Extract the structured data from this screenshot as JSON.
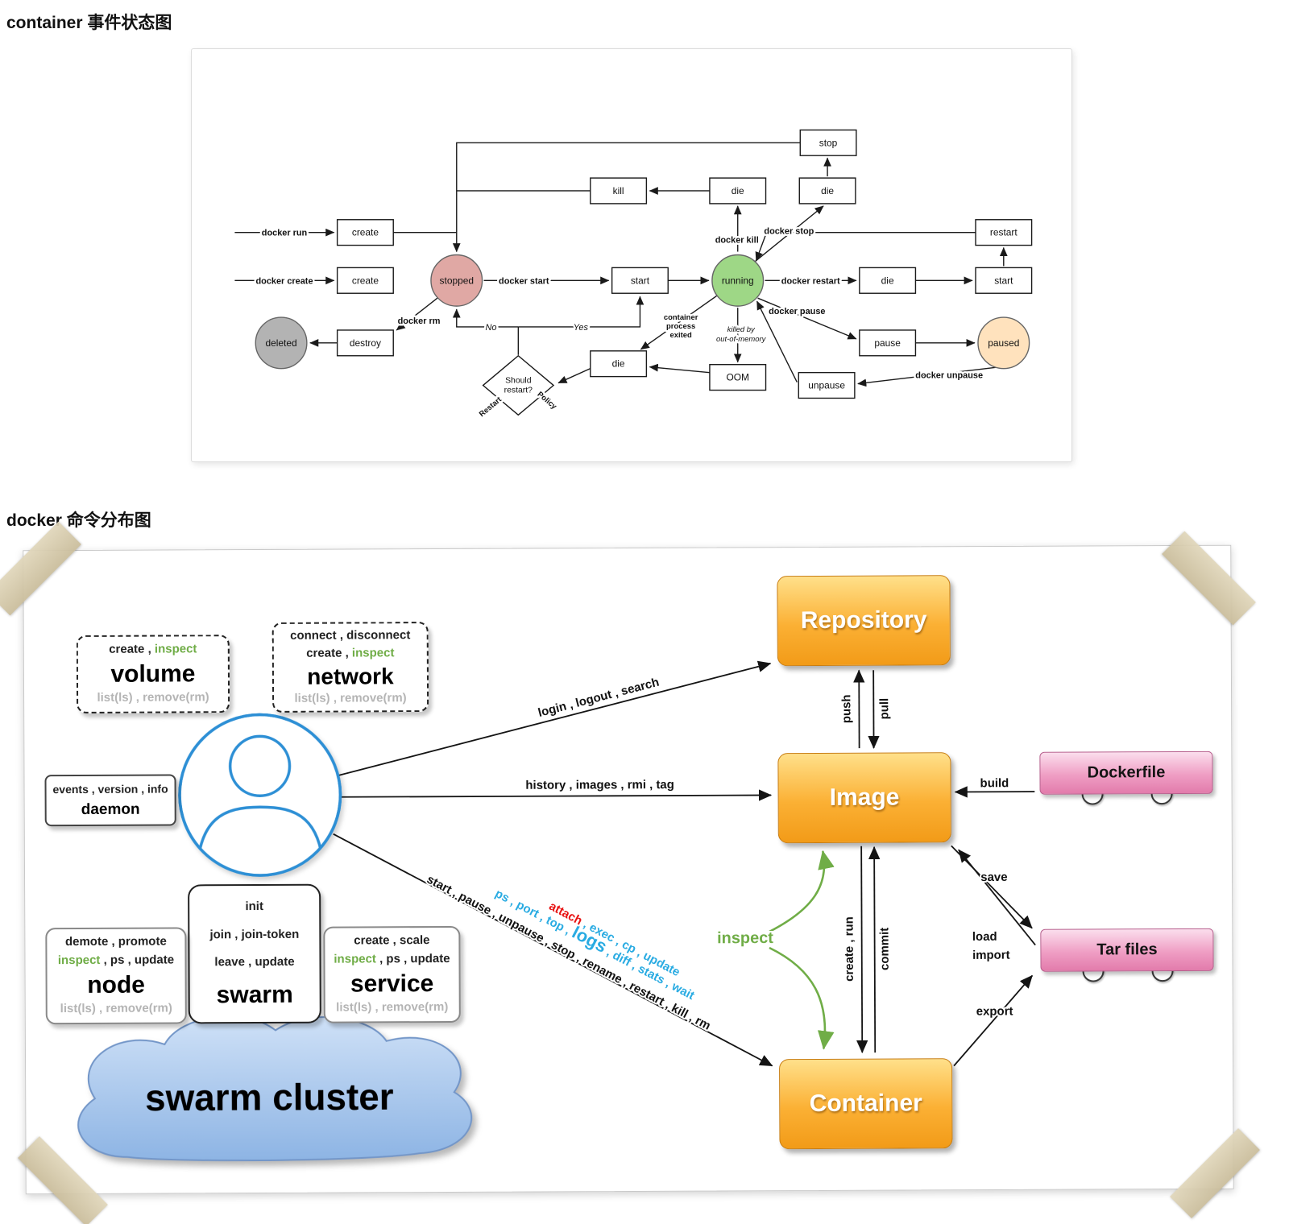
{
  "titles": {
    "state_diagram": "container 事件状态图",
    "command_diagram": "docker 命令分布图"
  },
  "state": {
    "boxes": {
      "stop": "stop",
      "kill": "kill",
      "die_top": "die",
      "die_stop": "die",
      "create_run": "create",
      "create_create": "create",
      "restart": "restart",
      "start_right": "start",
      "die_restart": "die",
      "start_mid": "start",
      "pause": "pause",
      "destroy": "destroy",
      "die_exit": "die",
      "oom": "OOM",
      "unpause": "unpause"
    },
    "circles": {
      "stopped": "stopped",
      "running": "running",
      "deleted": "deleted",
      "paused": "paused"
    },
    "diamond": {
      "line1": "Should",
      "line2": "restart?"
    },
    "labels": {
      "docker_run": "docker run",
      "docker_create": "docker create",
      "docker_start": "docker start",
      "docker_kill": "docker kill",
      "docker_stop": "docker stop",
      "docker_restart": "docker restart",
      "docker_pause": "docker pause",
      "docker_rm": "docker rm",
      "docker_unpause": "docker unpause",
      "no": "No",
      "yes": "Yes",
      "exited_1": "container",
      "exited_2": "process",
      "exited_3": "exited",
      "oom_1": "killed by",
      "oom_2": "out-of-memory",
      "edge_restart": "Restart",
      "edge_policy": "Policy"
    }
  },
  "commands": {
    "volume": {
      "ops": "create , ",
      "ops_green": "inspect",
      "name": "volume",
      "list": "list(ls) , remove(rm)"
    },
    "network": {
      "line0": "connect , disconnect",
      "ops": "create , ",
      "ops_green": "inspect",
      "name": "network",
      "list": "list(ls) , remove(rm)"
    },
    "daemon": {
      "line0": "events , version , info",
      "name": "daemon"
    },
    "node": {
      "line0": "demote , promote",
      "ops_green": "inspect",
      "ops": " , ps , update",
      "name": "node",
      "list": "list(ls) , remove(rm)"
    },
    "swarm": {
      "line0": "init",
      "line1": "join , join-token",
      "line2": "leave , update",
      "name": "swarm"
    },
    "service": {
      "line0": "create , scale",
      "ops_green": "inspect",
      "ops": " , ps , update",
      "name": "service",
      "list": "list(ls) , remove(rm)"
    },
    "cloud": "swarm cluster",
    "entities": {
      "repository": "Repository",
      "image": "Image",
      "container": "Container",
      "dockerfile": "Dockerfile",
      "tar_files": "Tar files"
    },
    "edges": {
      "login": "login , logout , search",
      "history": "history , images , rmi , tag",
      "lifecycle": "start , pause , unpause , stop , rename , restart , kill , rm",
      "query_a": "ps , port , top , ",
      "query_logs": "logs",
      "query_b": " , diff , stats , wait",
      "attach": "attach",
      "attach_rest": " , exec , cp , update",
      "push": "push",
      "pull": "pull",
      "create_run": "create , run",
      "commit": "commit",
      "inspect": "inspect",
      "build": "build",
      "save": "save",
      "load": "load",
      "import": "import",
      "export": "export"
    }
  },
  "colors": {
    "state_stopped": "#e0a8a4",
    "state_running": "#9ed786",
    "state_paused": "#ffe2bd",
    "state_deleted": "#b3b3b3",
    "entity_orange": "#f9a825",
    "entity_pink": "#e884b1",
    "cmd_green": "#70ad47",
    "cmd_blue": "#29abe2",
    "cmd_red": "#e81313",
    "person_blue": "#2d8fd5"
  }
}
